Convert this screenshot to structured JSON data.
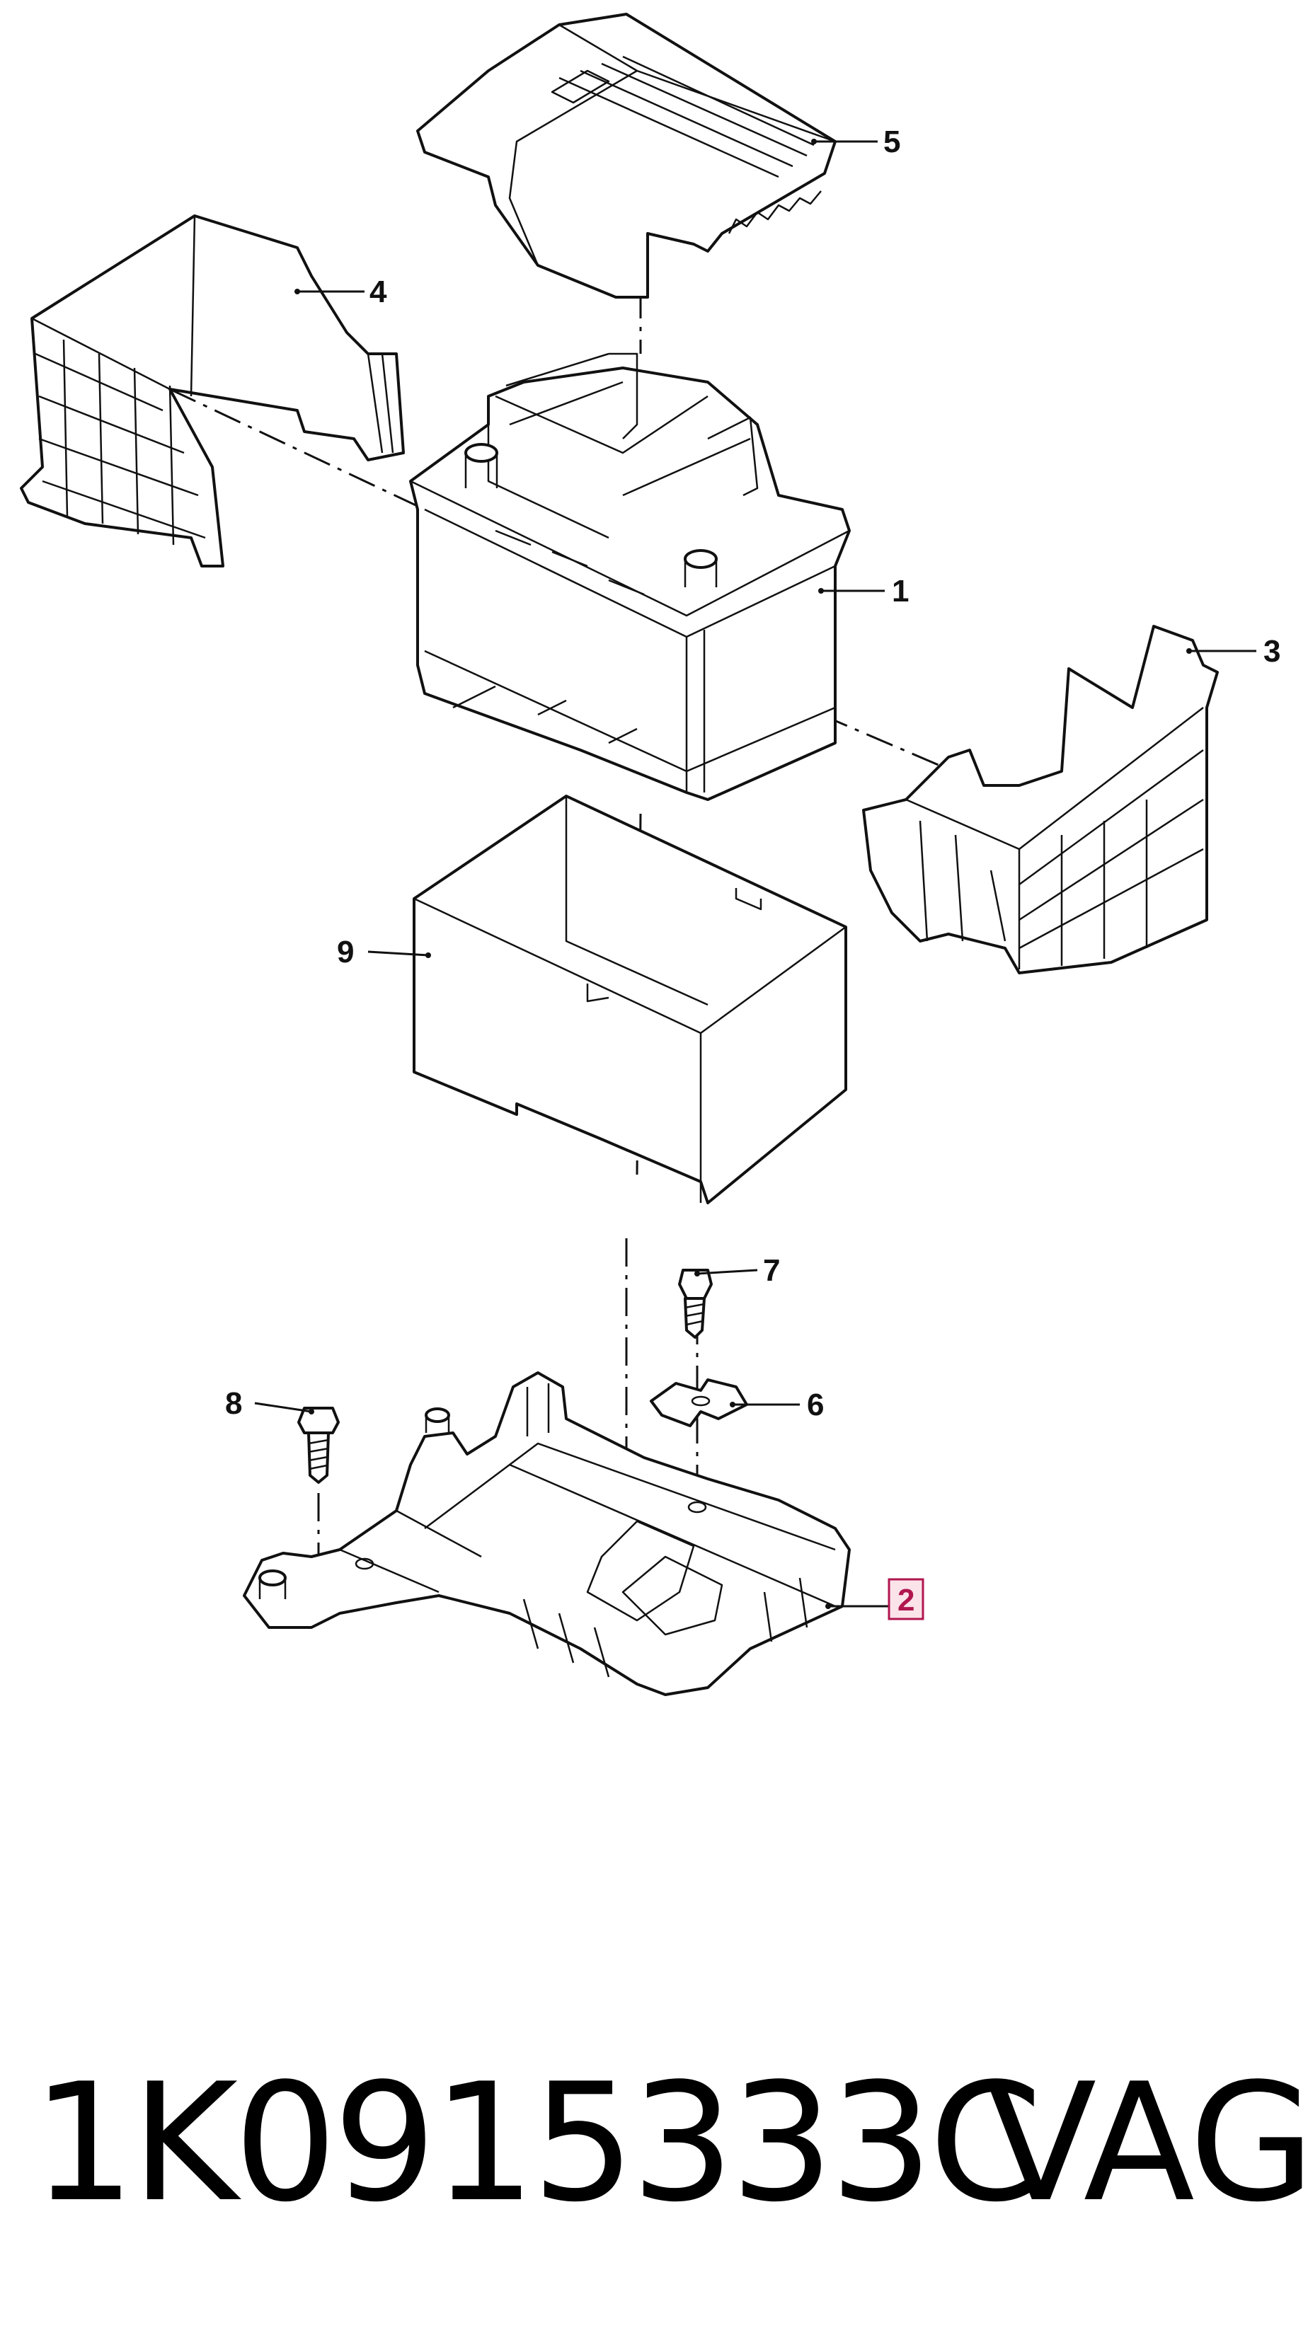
{
  "callouts": {
    "c1": "1",
    "c2": "2",
    "c3": "3",
    "c4": "4",
    "c5": "5",
    "c6": "6",
    "c7": "7",
    "c8": "8",
    "c9": "9"
  },
  "highlight": {
    "callout": "2",
    "color": "#b0164e",
    "fill": "#fbe3ea"
  },
  "footer": {
    "part_number": "1K0915333C",
    "brand": "VAG"
  }
}
